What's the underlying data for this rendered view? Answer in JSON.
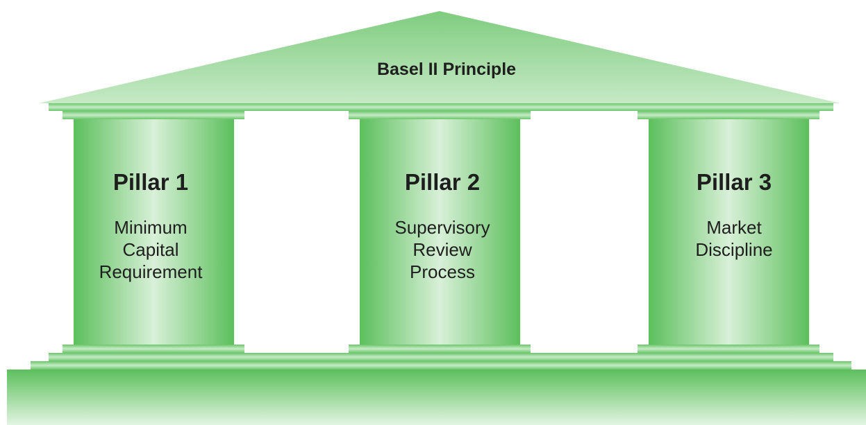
{
  "roof": {
    "title": "Basel II Principle"
  },
  "pillars": [
    {
      "title": "Pillar 1",
      "description_lines": [
        "Minimum",
        "Capital",
        "Requirement"
      ]
    },
    {
      "title": "Pillar 2",
      "description_lines": [
        "Supervisory",
        "Review",
        "Process"
      ]
    },
    {
      "title": "Pillar 3",
      "description_lines": [
        "Market",
        "Discipline"
      ]
    }
  ],
  "colors": {
    "green_dark": "#5cbf5c",
    "green_mid": "#8ed28e",
    "green_light": "#d8f0d8",
    "text": "#1e1e1e"
  }
}
